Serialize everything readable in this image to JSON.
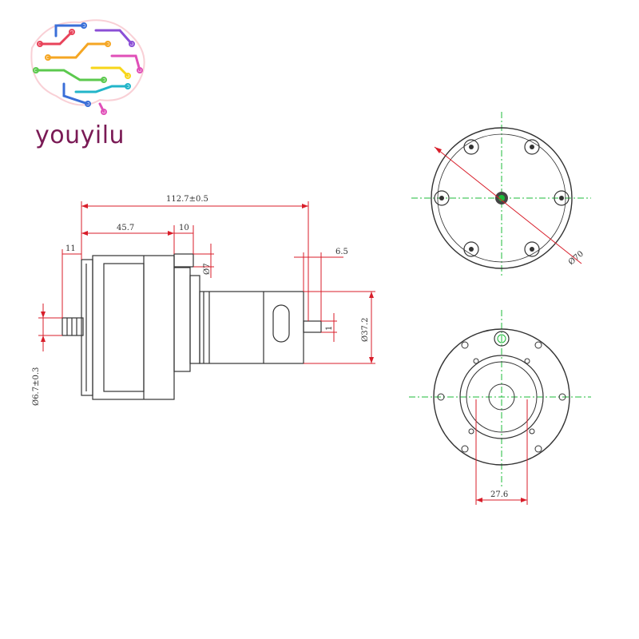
{
  "brand": {
    "name": "youyilu",
    "colors": [
      "#e8435a",
      "#f5a623",
      "#f7d619",
      "#5cc94e",
      "#22b5c9",
      "#3a6fd8",
      "#8b4fd6",
      "#e04fb8"
    ]
  },
  "drawing": {
    "line_color": "#333333",
    "dimension_color": "#d81e2a",
    "centerline_color": "#1dbb3a",
    "dimensions": {
      "overall_length": "112.7±0.5",
      "pump_head_length": "45.7",
      "spacer": "10",
      "nozzle_extension": "11",
      "shaft_length": "6.5",
      "shaft_flat": "1",
      "boss_diameter": "Ø7",
      "motor_diameter": "Ø37.2",
      "nozzle_diameter": "Ø6.7±0.3",
      "housing_diameter": "Ø70",
      "mount_width": "27.6"
    }
  }
}
